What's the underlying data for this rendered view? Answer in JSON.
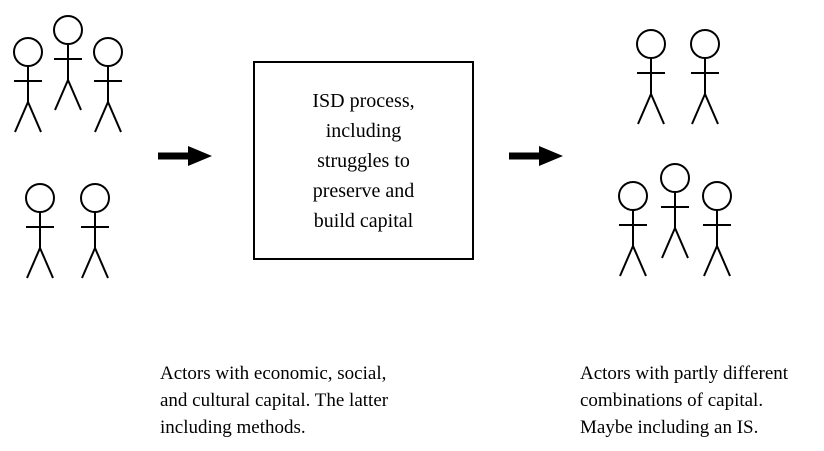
{
  "process_box": {
    "lines": [
      "ISD process,",
      "including",
      "struggles to",
      "preserve and",
      "build capital"
    ]
  },
  "captions": {
    "left": [
      "Actors with economic, social,",
      "and cultural capital. The latter",
      "including methods."
    ],
    "right": [
      "Actors with partly different",
      "combinations of capital.",
      "Maybe including an IS."
    ]
  },
  "figures": {
    "left_group_count": 5,
    "right_group_count": 5
  }
}
